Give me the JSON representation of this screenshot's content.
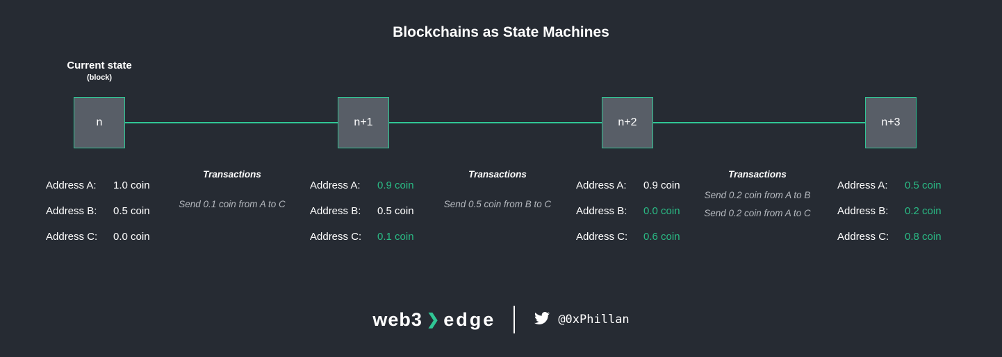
{
  "title": "Blockchains as State Machines",
  "current_state": {
    "label": "Current state",
    "sublabel": "(block)"
  },
  "colors": {
    "background": "#262b33",
    "accent": "#30c695",
    "highlight_green": "#2abb85",
    "block_fill": "#585e67",
    "muted_text": "#b4b8be"
  },
  "blocks": [
    {
      "label": "n",
      "addresses": [
        {
          "label": "Address A:",
          "value": "1.0 coin",
          "highlight": false
        },
        {
          "label": "Address B:",
          "value": "0.5 coin",
          "highlight": false
        },
        {
          "label": "Address C:",
          "value": "0.0 coin",
          "highlight": false
        }
      ]
    },
    {
      "label": "n+1",
      "addresses": [
        {
          "label": "Address A:",
          "value": "0.9 coin",
          "highlight": true
        },
        {
          "label": "Address B:",
          "value": "0.5 coin",
          "highlight": false
        },
        {
          "label": "Address C:",
          "value": "0.1 coin",
          "highlight": true
        }
      ]
    },
    {
      "label": "n+2",
      "addresses": [
        {
          "label": "Address A:",
          "value": "0.9 coin",
          "highlight": false
        },
        {
          "label": "Address B:",
          "value": "0.0 coin",
          "highlight": true
        },
        {
          "label": "Address C:",
          "value": "0.6 coin",
          "highlight": true
        }
      ]
    },
    {
      "label": "n+3",
      "addresses": [
        {
          "label": "Address A:",
          "value": "0.5 coin",
          "highlight": true
        },
        {
          "label": "Address B:",
          "value": "0.2 coin",
          "highlight": true
        },
        {
          "label": "Address C:",
          "value": "0.8 coin",
          "highlight": true
        }
      ]
    }
  ],
  "transactions": [
    {
      "label": "Transactions",
      "items": [
        "Send 0.1 coin from A to C"
      ]
    },
    {
      "label": "Transactions",
      "items": [
        "Send 0.5 coin from B to C"
      ]
    },
    {
      "label": "Transactions",
      "items": [
        "Send 0.2 coin from A to B",
        "Send 0.2 coin from A to C"
      ]
    }
  ],
  "footer": {
    "web3": "web3",
    "chevron_icon": "❯",
    "edge": "edge",
    "handle": "@0xPhillan"
  }
}
